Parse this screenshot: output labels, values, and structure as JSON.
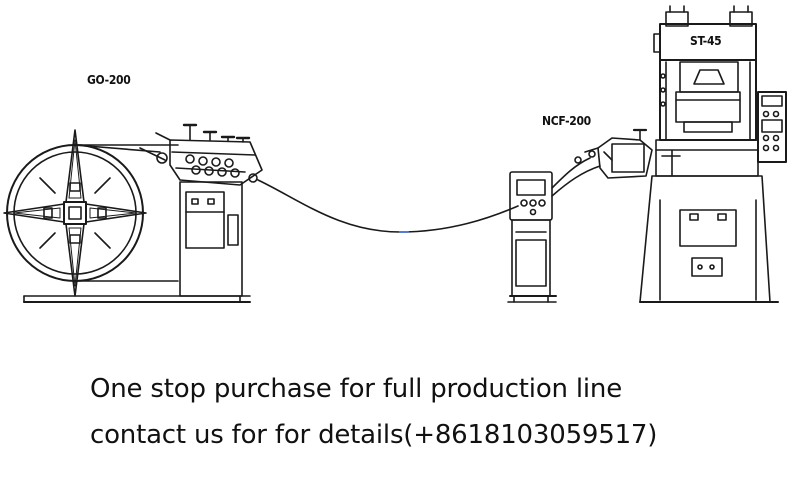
{
  "machines": {
    "uncoiler_label": "GO-200",
    "feeder_label": "NCF-200",
    "press_label": "ST-45"
  },
  "caption": {
    "line1": "One stop purchase for full production line",
    "line2": "contact us for for details(+8618103059517)"
  },
  "colors": {
    "line": "#1a1a1a",
    "background": "#ffffff"
  }
}
